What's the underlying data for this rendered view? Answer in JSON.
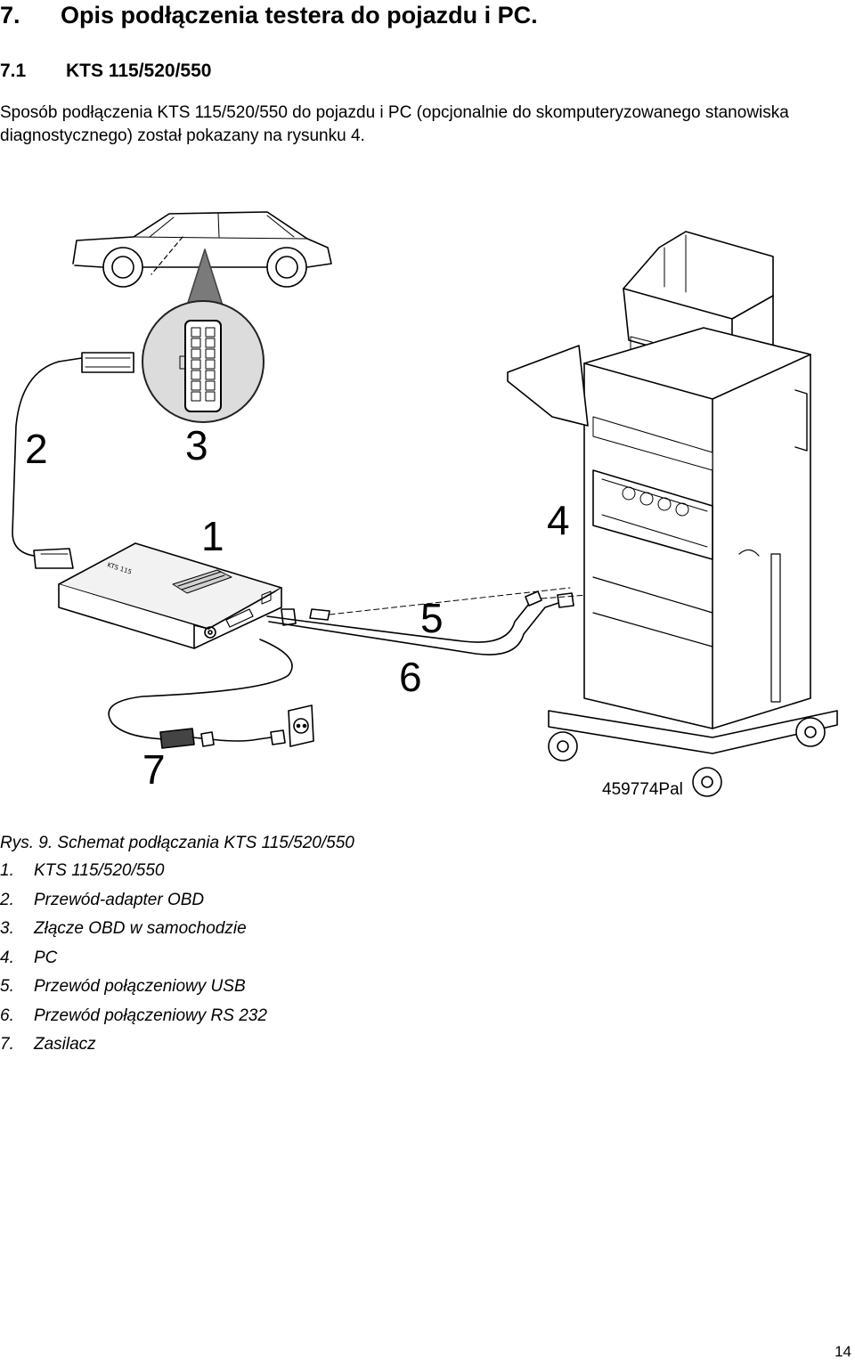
{
  "heading": {
    "number": "7.",
    "title": "Opis podłączenia testera do pojazdu i PC."
  },
  "subheading": {
    "number": "7.1",
    "title": "KTS 115/520/550"
  },
  "paragraph": "Sposób podłączenia KTS 115/520/550 do pojazdu i PC (opcjonalnie do skomputeryzowanego stanowiska diagnostycznego) został pokazany na rysunku 4.",
  "figure": {
    "callouts": [
      "1",
      "2",
      "3",
      "4",
      "5",
      "6",
      "7"
    ],
    "figure_id": "459774Pal",
    "device_label": "KTS 115"
  },
  "caption": "Rys. 9. Schemat podłączania KTS 115/520/550",
  "legend": [
    {
      "num": "1.",
      "text": "KTS 115/520/550"
    },
    {
      "num": "2.",
      "text": "Przewód-adapter OBD"
    },
    {
      "num": "3.",
      "text": "Złącze OBD w samochodzie"
    },
    {
      "num": "4.",
      "text": "PC"
    },
    {
      "num": "5.",
      "text": "Przewód połączeniowy USB"
    },
    {
      "num": "6.",
      "text": "Przewód połączeniowy RS 232"
    },
    {
      "num": "7.",
      "text": "Zasilacz"
    }
  ],
  "page_number": "14"
}
